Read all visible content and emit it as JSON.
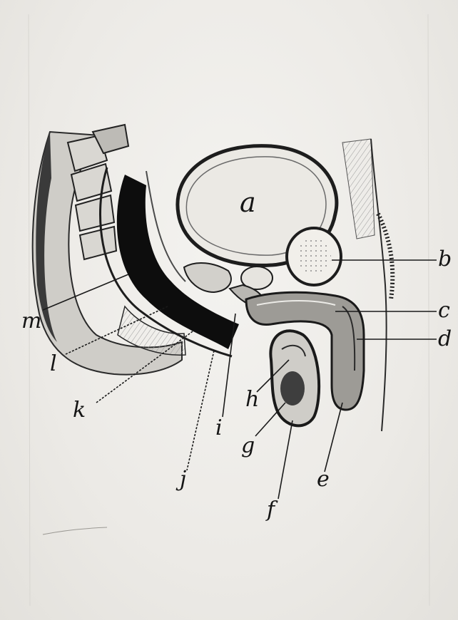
{
  "figure": {
    "labels": {
      "a": "a",
      "b": "b",
      "c": "c",
      "d": "d",
      "e": "e",
      "f": "f",
      "g": "g",
      "h": "h",
      "i": "i",
      "j": "j",
      "k": "k",
      "l": "l",
      "m": "m"
    }
  }
}
